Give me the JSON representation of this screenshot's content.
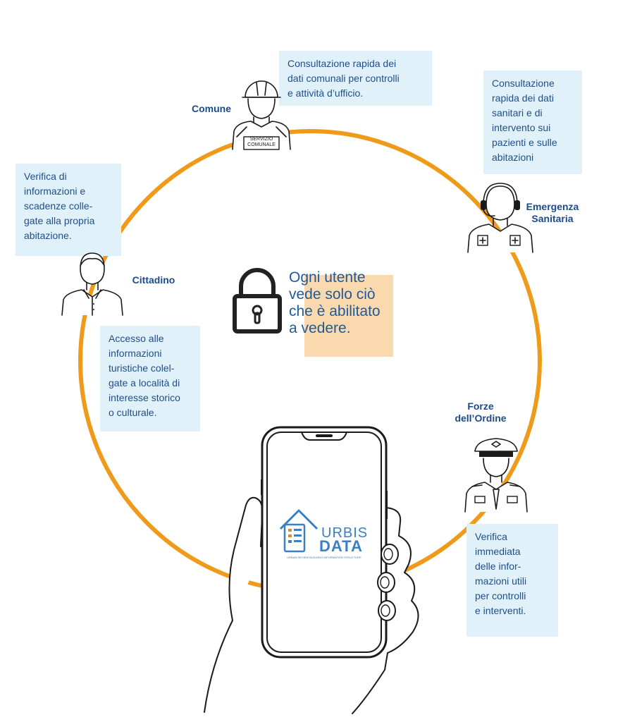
{
  "roles": {
    "comune": "Comune",
    "emergenza": "Emergenza\nSanitaria",
    "cittadino": "Cittadino",
    "forze": "Forze\ndell’Ordine"
  },
  "boxes": {
    "comune": "Consultazione rapida dei\ndati comunali per controlli\ne attività d’ufficio.",
    "emergenza": "Consultazione\nrapida dei dati\nsanitari e di\nintervento sui\npazienti e sulle\nabitazioni",
    "cittadino": "Verifica di\ninformazioni e\nscadenze colle-\ngate alla propria\nabitazione.",
    "turista": "Accesso alle\ninformazioni\nturistiche colel-\ngate a località di\ninteresse storico\no culturale.",
    "forze": "Verifica\nimmediata\ndelle infor-\nmazioni utili\nper controlli\ne interventi."
  },
  "center": {
    "text": "Ogni utente\nvede solo ciò\nche è abilitato\na vedere."
  },
  "badge": {
    "text": "SERVIZIO\nCOMUNALE"
  },
  "logo": {
    "line1": "URBIS",
    "line2": "DATA",
    "tagline": "URBAN REVIEW BUILDING INFORMATION STRUCTURE"
  },
  "colors": {
    "ring": "#ef9a1a",
    "box": "#e1f1fa",
    "accent": "#f9d9ad",
    "text": "#1f4e8c"
  }
}
